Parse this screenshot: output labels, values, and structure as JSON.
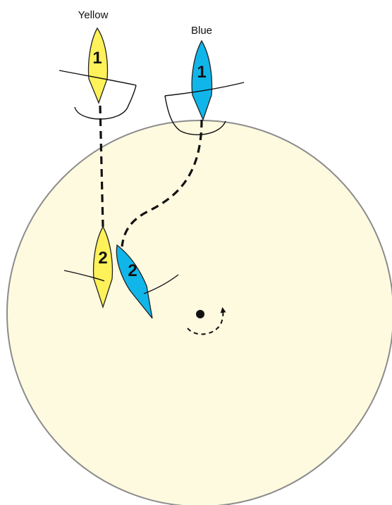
{
  "labels": {
    "yellow": "Yellow",
    "blue": "Blue"
  },
  "boats": {
    "yellow_1": {
      "number": "1"
    },
    "blue_1": {
      "number": "1"
    },
    "yellow_2": {
      "number": "2"
    },
    "blue_2": {
      "number": "2"
    }
  },
  "colors": {
    "yellow_boat": "#fef15a",
    "blue_boat": "#10b6ea",
    "zone": "#fefae0",
    "zone_outline": "#8c8c8c",
    "lines": "#111111"
  },
  "icons": {
    "mark": "black dot with dashed circular arrow indicating rounding direction"
  }
}
